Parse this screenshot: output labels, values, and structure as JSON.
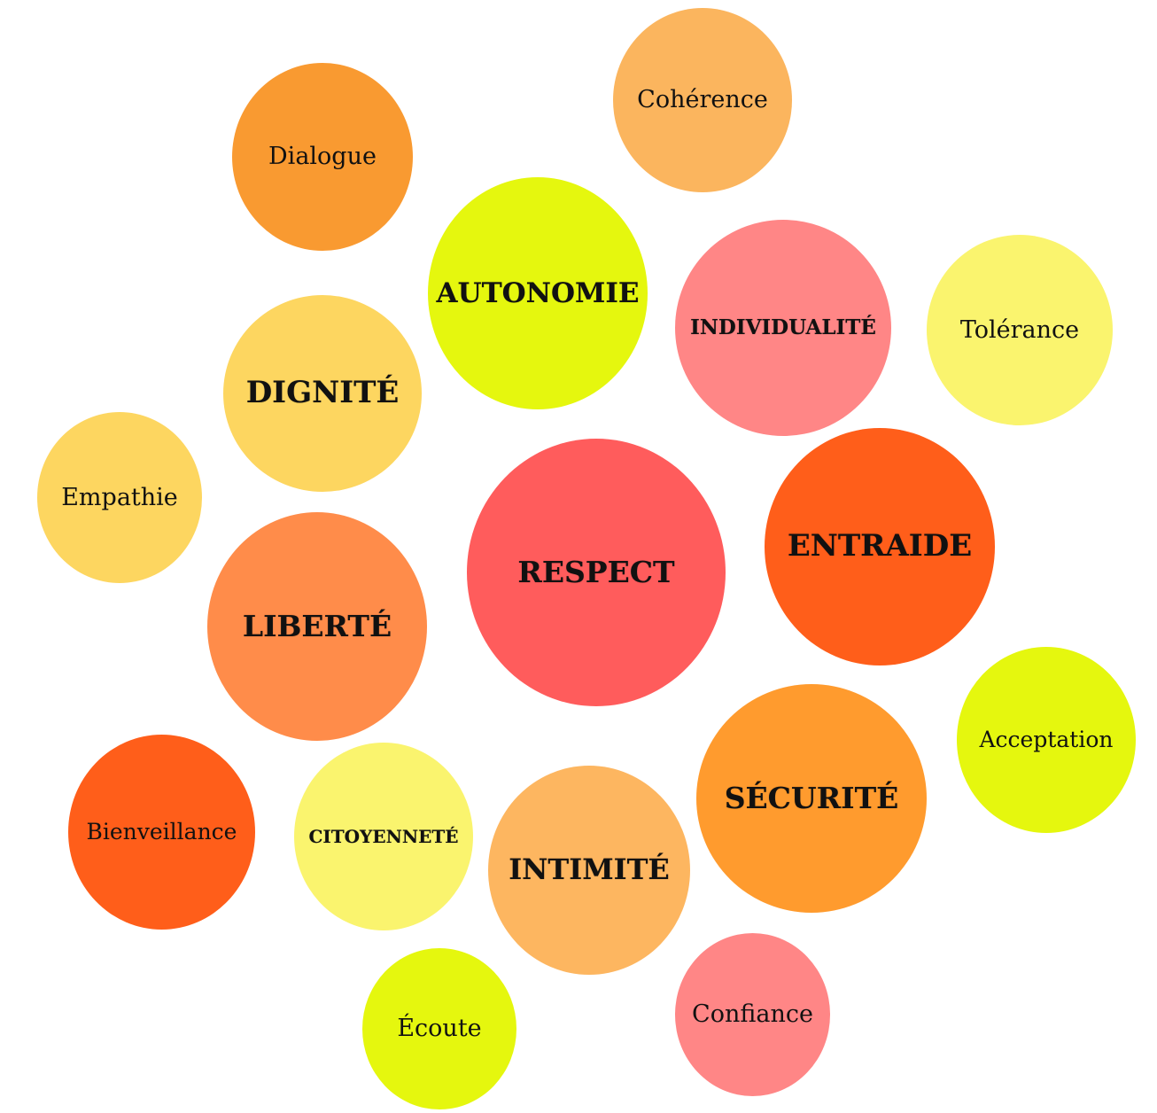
{
  "bubbles": [
    {
      "id": "coherence",
      "label": "Cohérence",
      "color": "#FBB55E"
    },
    {
      "id": "dialogue",
      "label": "Dialogue",
      "color": "#F99A31"
    },
    {
      "id": "autonomie",
      "label": "AUTONOMIE",
      "color": "#E5F70E"
    },
    {
      "id": "individualite",
      "label": "INDIVIDUALITÉ",
      "color": "#FF8686"
    },
    {
      "id": "tolerance",
      "label": "Tolérance",
      "color": "#FAF46E"
    },
    {
      "id": "dignite",
      "label": "DIGNITÉ",
      "color": "#FDD660"
    },
    {
      "id": "empathie",
      "label": "Empathie",
      "color": "#FDD660"
    },
    {
      "id": "respect",
      "label": "RESPECT",
      "color": "#FF5C5C"
    },
    {
      "id": "entraide",
      "label": "ENTRAIDE",
      "color": "#FF5E1A"
    },
    {
      "id": "liberte",
      "label": "LIBERTÉ",
      "color": "#FF8C4A"
    },
    {
      "id": "acceptation",
      "label": "Acceptation",
      "color": "#E5F70E"
    },
    {
      "id": "securite",
      "label": "SÉCURITÉ",
      "color": "#FF9B2E"
    },
    {
      "id": "bienveillance",
      "label": "Bienveillance",
      "color": "#FF5E1A"
    },
    {
      "id": "citoyennete",
      "label": "CITOYENNETÉ",
      "color": "#FAF46E"
    },
    {
      "id": "intimite",
      "label": "INTIMITÉ",
      "color": "#FDB660"
    },
    {
      "id": "ecoute",
      "label": "Écoute",
      "color": "#E5F70E"
    },
    {
      "id": "confiance",
      "label": "Confiance",
      "color": "#FF8686"
    }
  ]
}
